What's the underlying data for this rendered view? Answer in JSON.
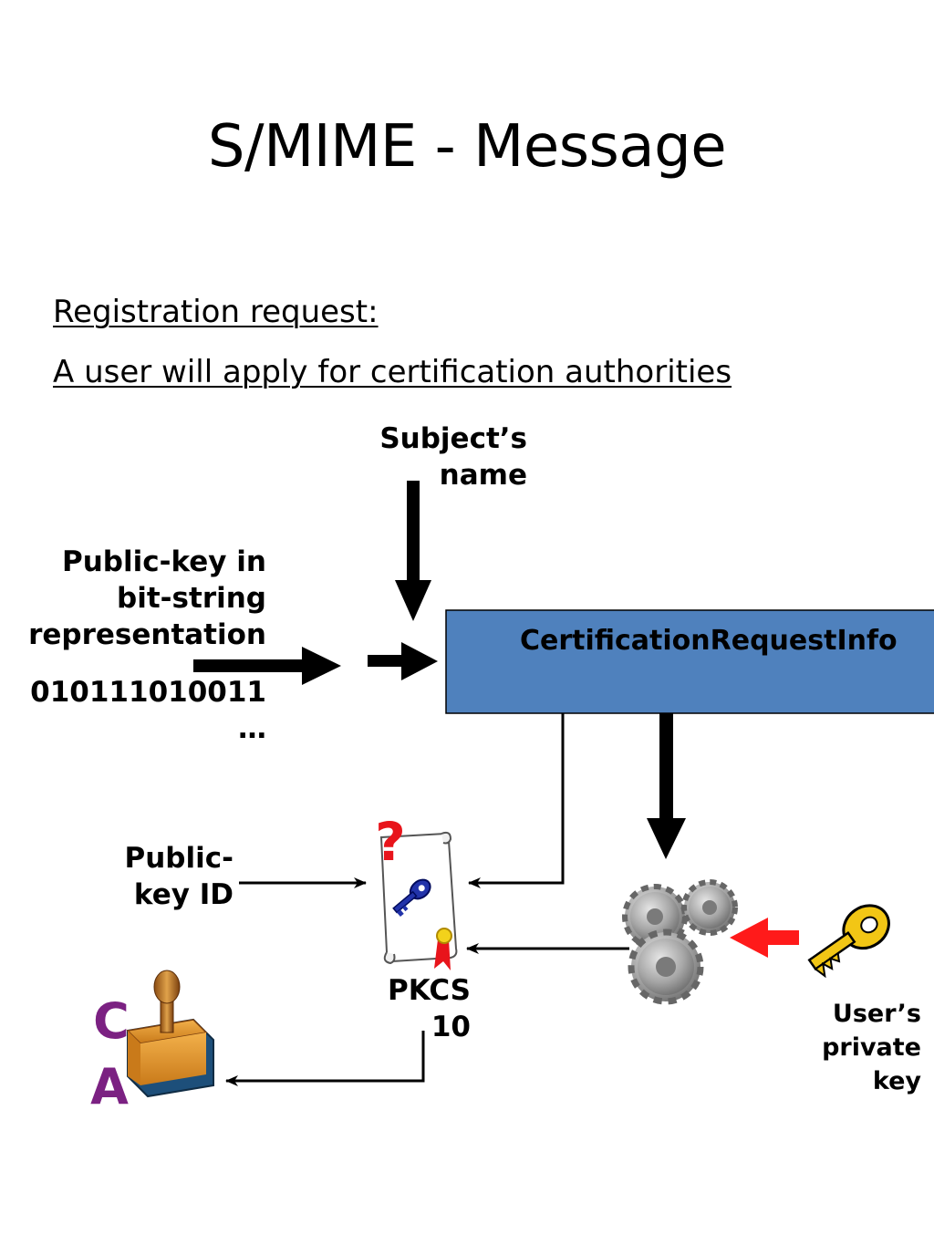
{
  "title": "S/MIME - Message",
  "subtitle": {
    "line1": "Registration request:",
    "line2": "A user will apply for certification authorities"
  },
  "labels": {
    "subject_name": "Subject’s\nname",
    "public_key_bitstring": "Public-key in\nbit-string\nrepresentation",
    "bits": "010111010011\n…",
    "plus": "+",
    "box": "CertificationRequestInfo",
    "public_key_id": "Public-\nkey ID",
    "pkcs": "PKCS\n10",
    "users_private_key": "User’s\nprivate\nkey",
    "ca_letters": [
      "C",
      "A"
    ],
    "question_mark": "?"
  },
  "colors": {
    "box_fill": "#4f81bd",
    "arrow": "#000000",
    "private_key_arrow": "#ff1a1a",
    "ca_letters": "#7b2182",
    "question_mark": "#e8141b",
    "key_gold": "#f2c615",
    "gear_gray": "#a6a6a6"
  },
  "icons": [
    "certificate-scroll-icon",
    "gears-icon",
    "golden-key-icon",
    "rubber-stamp-icon"
  ]
}
